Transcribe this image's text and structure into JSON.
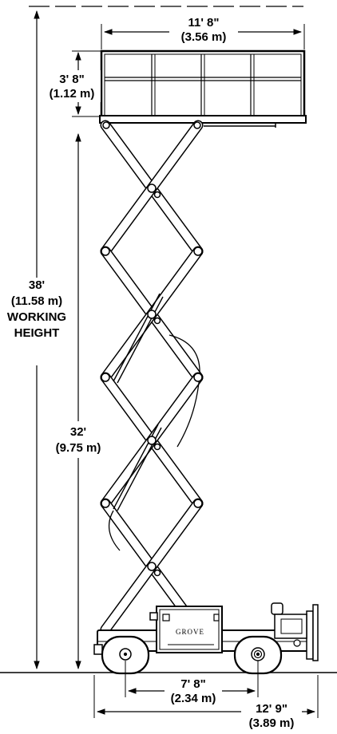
{
  "dimensions": {
    "platform_length": {
      "imperial": "11' 8\"",
      "metric": "(3.56 m)"
    },
    "rail_height": {
      "imperial": "3' 8\"",
      "metric": "(1.12 m)"
    },
    "working_height": {
      "imperial": "38'",
      "metric": "(11.58 m)",
      "label_line1": "WORKING",
      "label_line2": "HEIGHT"
    },
    "platform_height": {
      "imperial": "32'",
      "metric": "(9.75 m)"
    },
    "wheelbase": {
      "imperial": "7' 8\"",
      "metric": "(2.34 m)"
    },
    "overall_length": {
      "imperial": "12' 9\"",
      "metric": "(3.89 m)"
    }
  },
  "machine": {
    "brand": "GROVE"
  },
  "colors": {
    "line": "#000000",
    "background": "#ffffff"
  }
}
